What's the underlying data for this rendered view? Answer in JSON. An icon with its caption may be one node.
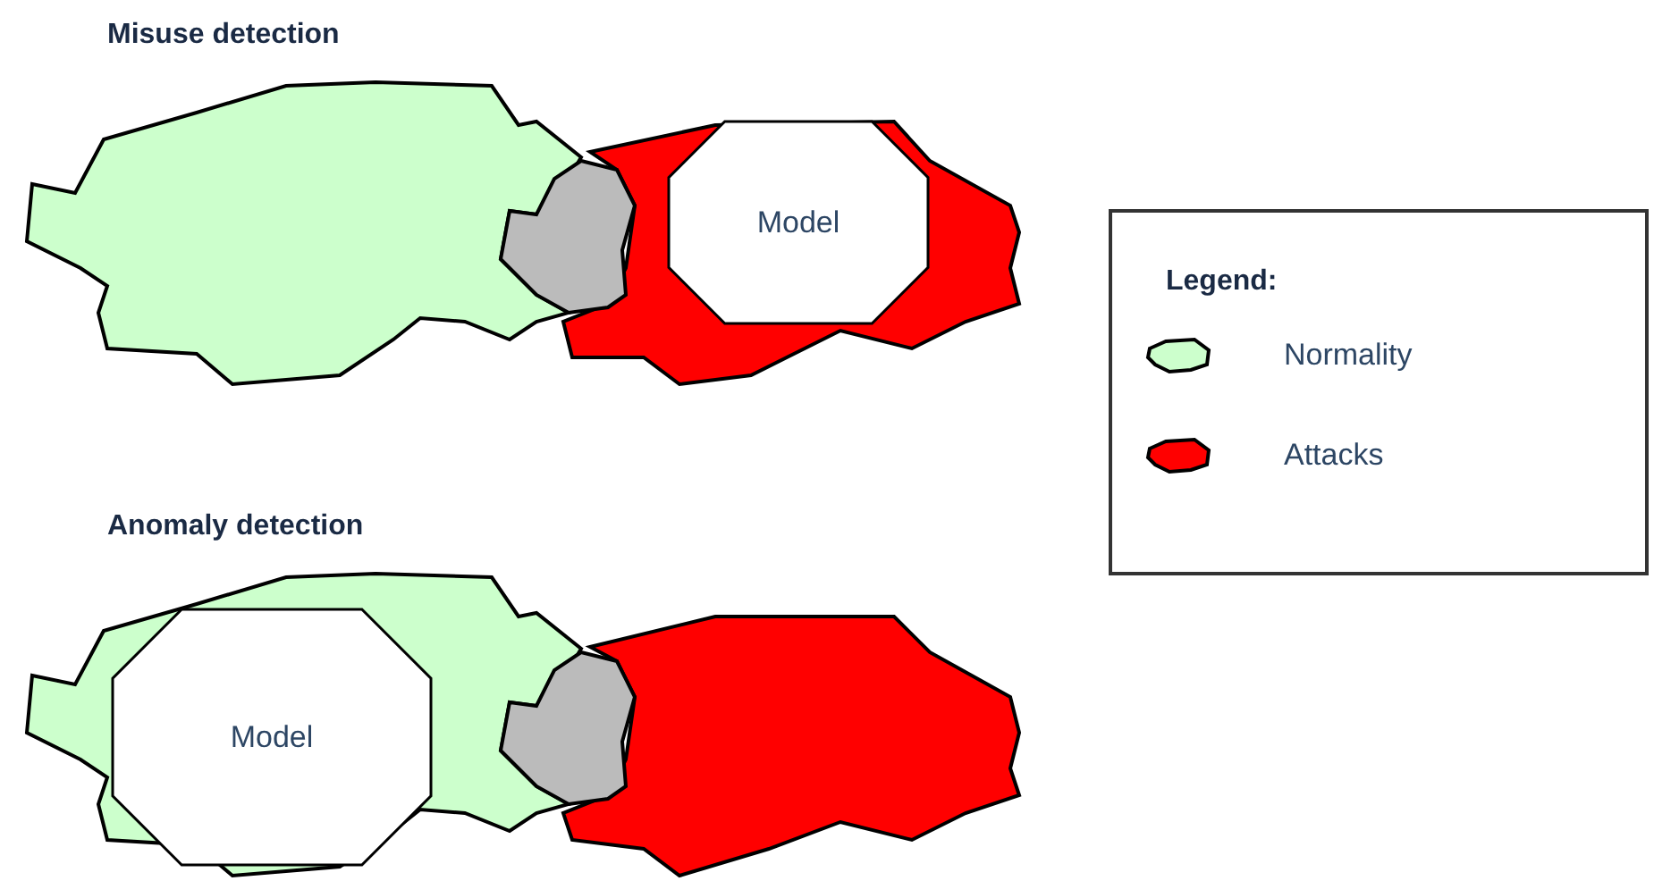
{
  "diagram": {
    "nodes": [
      {
        "text": [
          "Model"
        ]
      },
      {
        "text": [
          "Model"
        ]
      }
    ],
    "labels": [
      "Misuse detection",
      "Legend:",
      "Anomaly detection"
    ],
    "legend": [
      {
        "text": "Normality",
        "color": "#ccffcc"
      },
      {
        "text": "Attacks",
        "color": "#ff0000"
      }
    ]
  }
}
